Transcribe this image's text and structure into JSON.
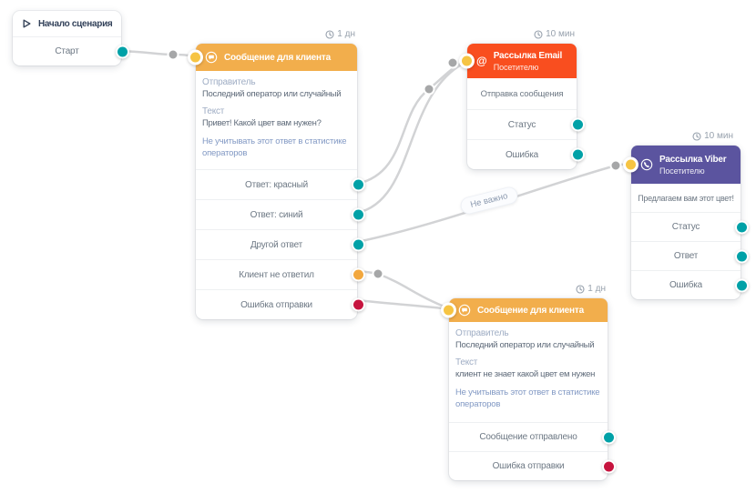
{
  "colors": {
    "message_header": "#f2ae4c",
    "email_header": "#f94e1f",
    "viber_header": "#5b549f",
    "port_teal": "#00a1a7",
    "port_amber": "#f2a73d",
    "port_red": "#c6143e",
    "input_port_yellow": "#f6c443",
    "wire_gray": "#d2d3d5",
    "handle_gray": "#a6a7a8"
  },
  "connection_label": {
    "text": "Не важно"
  },
  "nodes": {
    "start": {
      "title": "Начало сценария",
      "output_label": "Старт"
    },
    "message1": {
      "timer": "1 дн",
      "title": "Сообщение для клиента",
      "fields": [
        {
          "label": "Отправитель",
          "value": "Последний оператор или случайный"
        },
        {
          "label": "Текст",
          "value": "Привет! Какой цвет вам нужен?"
        }
      ],
      "note": "Не учитывать этот ответ в статистике операторов",
      "outputs": [
        {
          "label": "Ответ: красный",
          "color": "teal"
        },
        {
          "label": "Ответ: синий",
          "color": "teal"
        },
        {
          "label": "Другой ответ",
          "color": "teal"
        },
        {
          "label": "Клиент не ответил",
          "color": "amber"
        },
        {
          "label": "Ошибка отправки",
          "color": "red"
        }
      ]
    },
    "email": {
      "timer": "10 мин",
      "title": "Рассылка Email",
      "subtitle": "Посетителю",
      "status_row": "Отправка сообщения",
      "outputs": [
        {
          "label": "Статус",
          "color": "teal"
        },
        {
          "label": "Ошибка",
          "color": "teal"
        }
      ]
    },
    "viber": {
      "timer": "10 мин",
      "title": "Рассылка Viber",
      "subtitle": "Посетителю",
      "status_row": "Предлагаем вам этот цвет!",
      "outputs": [
        {
          "label": "Статус",
          "color": "teal"
        },
        {
          "label": "Ответ",
          "color": "teal"
        },
        {
          "label": "Ошибка",
          "color": "teal"
        }
      ]
    },
    "message2": {
      "timer": "1 дн",
      "title": "Сообщение для клиента",
      "fields": [
        {
          "label": "Отправитель",
          "value": "Последний оператор или случайный"
        },
        {
          "label": "Текст",
          "value": "клиент не знает какой цвет ем нужен"
        }
      ],
      "note": "Не учитывать этот ответ в статистике операторов",
      "outputs": [
        {
          "label": "Сообщение отправлено",
          "color": "teal"
        },
        {
          "label": "Ошибка отправки",
          "color": "red"
        }
      ]
    }
  }
}
